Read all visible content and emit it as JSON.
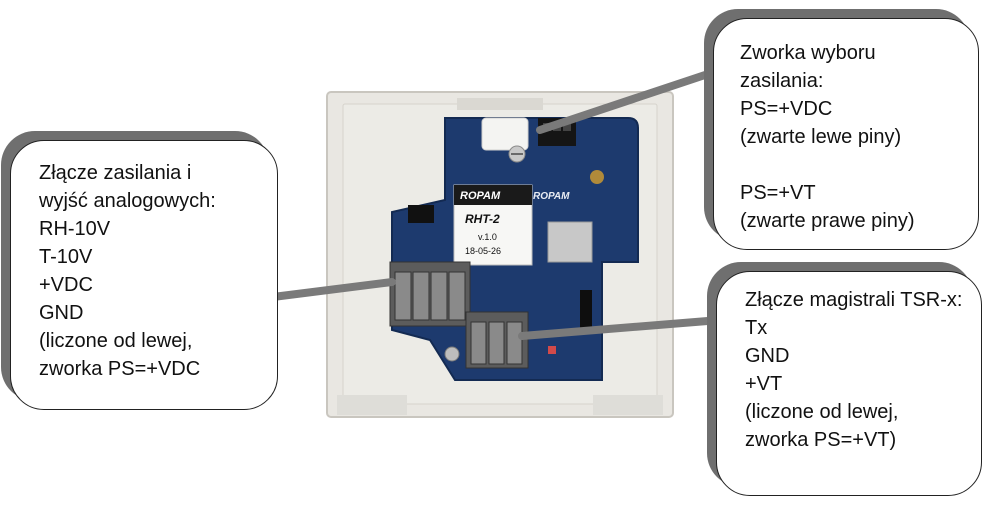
{
  "callouts": {
    "power_connector": "Złącze zasilania i\nwyjść analogowych:\nRH-10V\nT-10V\n+VDC\nGND\n(liczone od lewej,\nzworka PS=+VDC",
    "power_jumper": "Zworka wyboru\nzasilania:\nPS=+VDC\n(zwarte lewe piny)\n\nPS=+VT\n(zwarte prawe piny)",
    "bus_connector": "Złącze magistrali TSR-x:\nTx\nGND\n+VT\n(liczone od lewej,\nzworka PS=+VT)"
  },
  "board": {
    "logo": "ROPAM",
    "model": "RHT-2",
    "version": "v.1.0",
    "date": "18-05-26"
  },
  "colors": {
    "pcb": "#1d3a6e",
    "case": "#e9e7e2",
    "terminal": "#5c5c5c",
    "leader": "#7a7a7a"
  }
}
